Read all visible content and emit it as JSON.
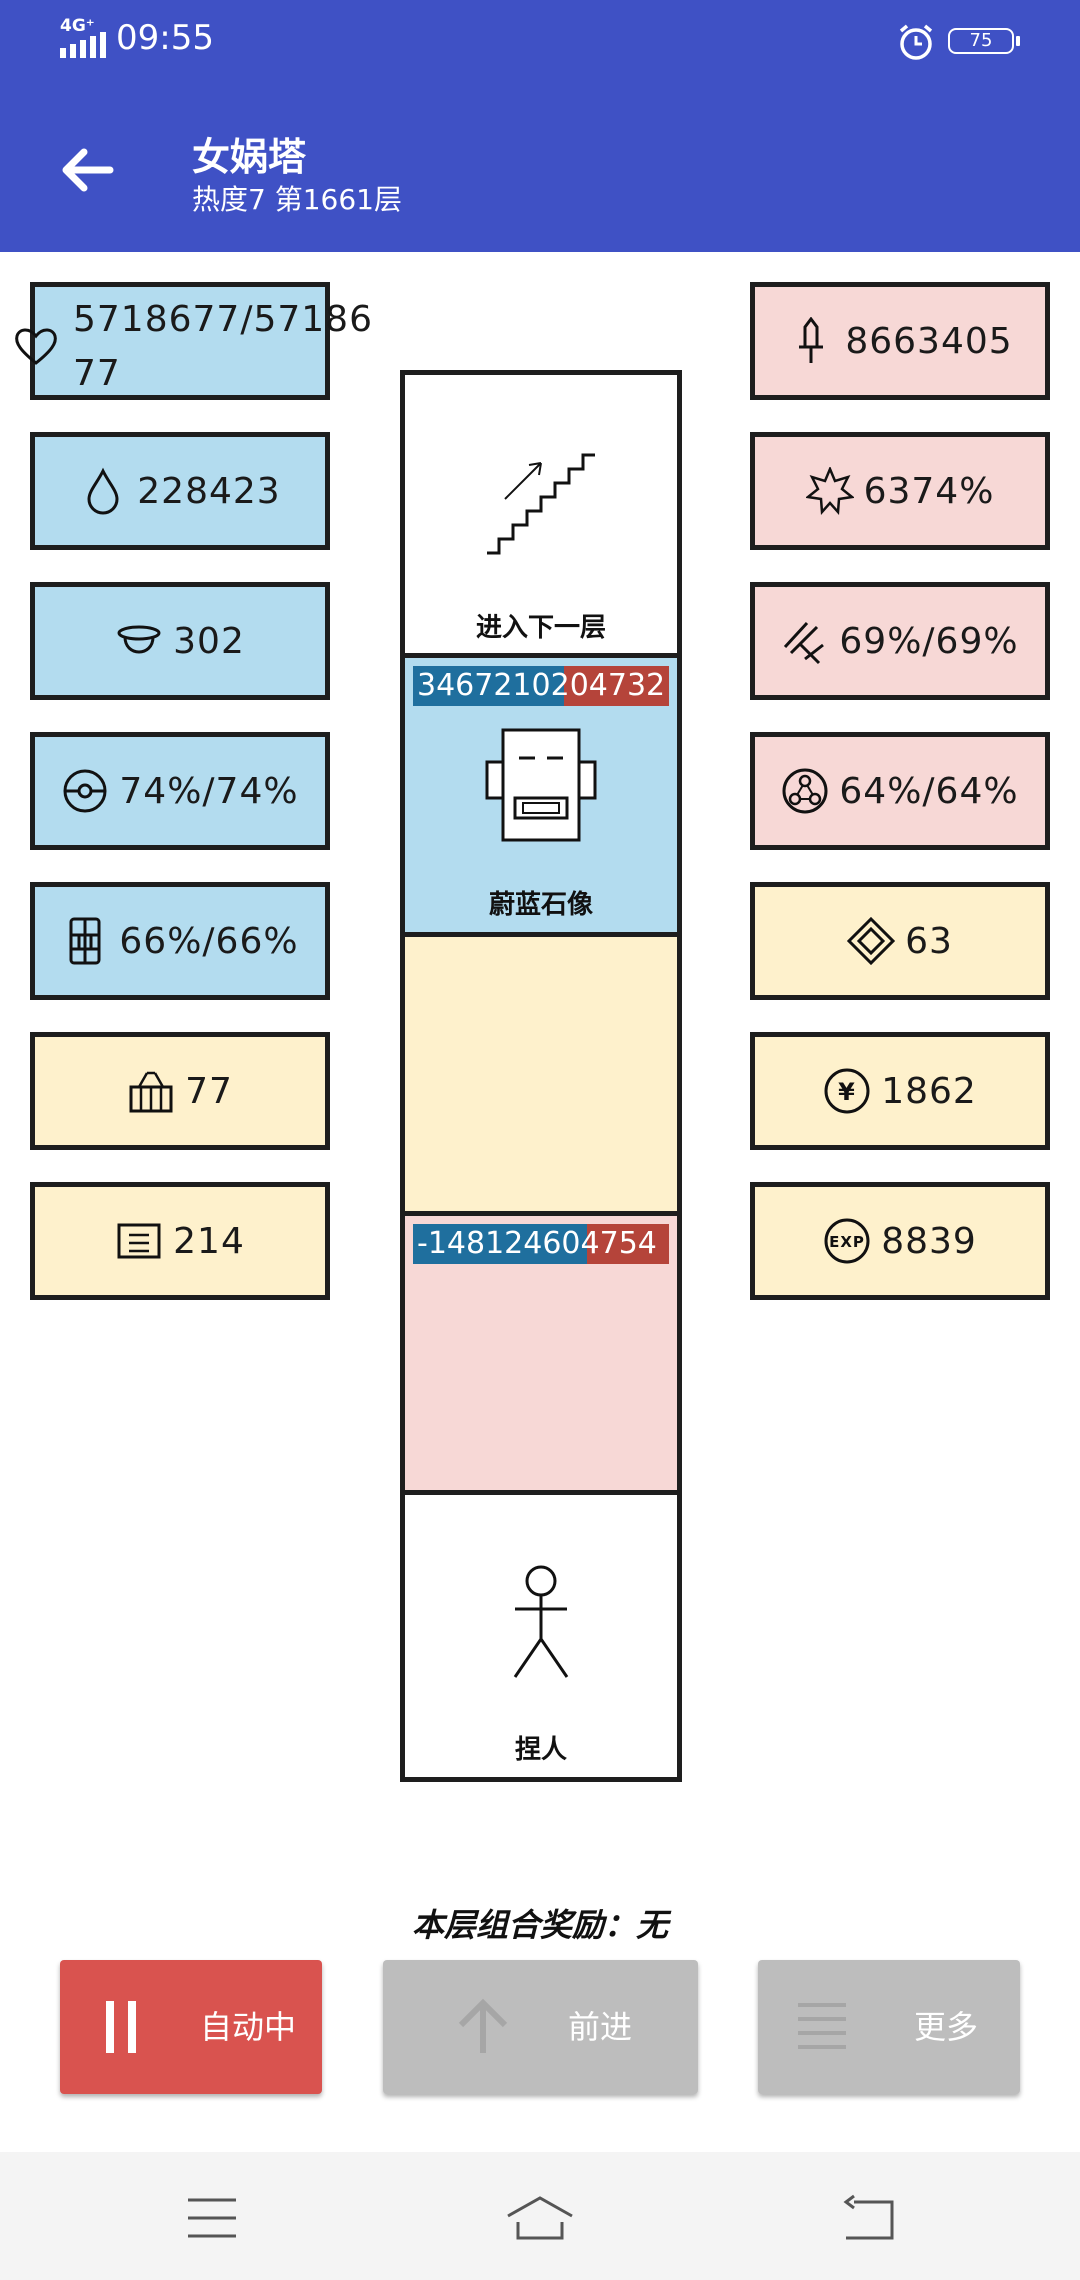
{
  "status_bar": {
    "network": "4G⁺",
    "time": "09:55",
    "battery": "75"
  },
  "header": {
    "title": "女娲塔",
    "subtitle": "热度7 第1661层"
  },
  "left_stats": [
    {
      "icon": "heart-icon",
      "value": "5718677/5718677"
    },
    {
      "icon": "droplet-icon",
      "value": "228423"
    },
    {
      "icon": "helmet-icon",
      "value": "302"
    },
    {
      "icon": "shield-ring-icon",
      "value": "74%/74%"
    },
    {
      "icon": "armor-icon",
      "value": "66%/66%"
    },
    {
      "icon": "basket-icon",
      "value": "77"
    },
    {
      "icon": "scroll-icon",
      "value": "214"
    }
  ],
  "right_stats": [
    {
      "icon": "sword-icon",
      "value": "8663405"
    },
    {
      "icon": "burst-icon",
      "value": "6374%"
    },
    {
      "icon": "slash-icon",
      "value": "69%/69%"
    },
    {
      "icon": "triad-icon",
      "value": "64%/64%"
    },
    {
      "icon": "diamond-icon",
      "value": "63"
    },
    {
      "icon": "yen-icon",
      "value": "1862"
    },
    {
      "icon": "exp-icon",
      "value": "8839"
    }
  ],
  "tower": {
    "cells": [
      {
        "label": "进入下一层"
      },
      {
        "label": "蔚蓝石像",
        "hp_text": "3467210204732",
        "hp_fraction": 0.59
      },
      {
        "label": ""
      },
      {
        "label": "",
        "hp_text": "-148124604754",
        "hp_fraction": 0.68
      },
      {
        "label": "捏人"
      }
    ]
  },
  "combo_reward": "本层组合奖励：无",
  "buttons": {
    "auto": "自动中",
    "forward": "前进",
    "more": "更多"
  },
  "colors": {
    "appbar": "#3f51c5",
    "blue_card": "#b3dcef",
    "pink_card": "#f7d8d6",
    "yellow_card": "#fef1cc",
    "auto_button": "#d9534f",
    "disabled_button": "#bdbdbd"
  }
}
